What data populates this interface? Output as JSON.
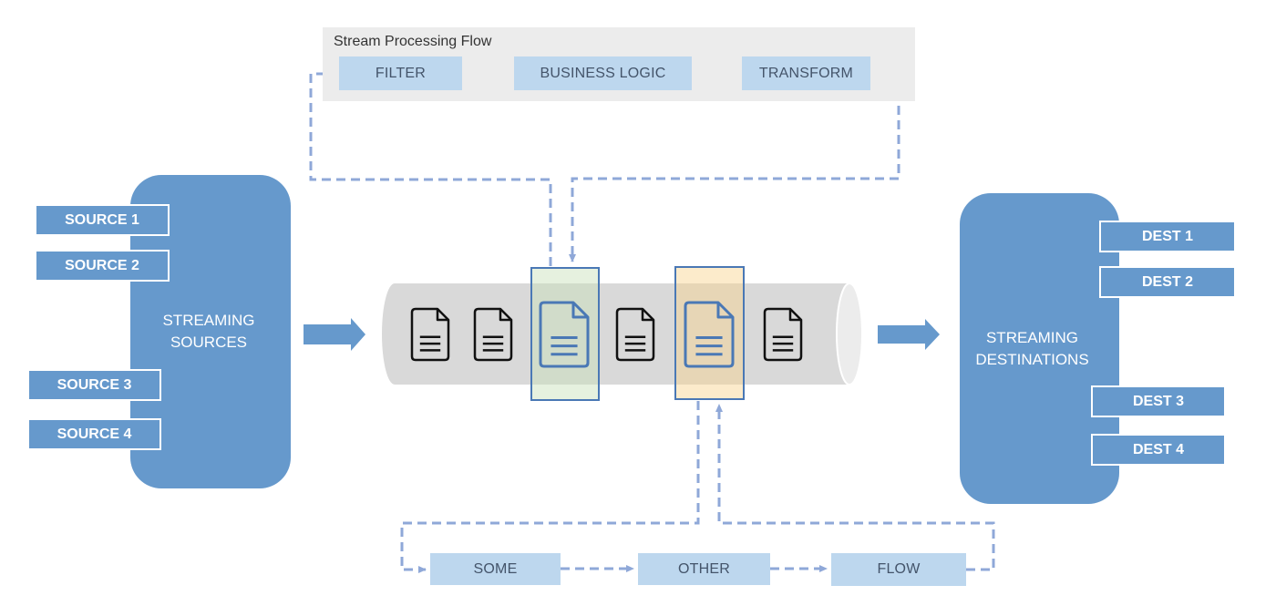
{
  "processing_flow": {
    "title": "Stream Processing Flow",
    "steps": [
      "FILTER",
      "BUSINESS LOGIC",
      "TRANSFORM"
    ]
  },
  "sources": {
    "hub_label_line1": "STREAMING",
    "hub_label_line2": "SOURCES",
    "items": [
      "SOURCE 1",
      "SOURCE 2",
      "SOURCE 3",
      "SOURCE 4"
    ]
  },
  "destinations": {
    "hub_label_line1": "STREAMING",
    "hub_label_line2": "DESTINATIONS",
    "items": [
      "DEST 1",
      "DEST 2",
      "DEST 3",
      "DEST 4"
    ]
  },
  "pipe": {
    "documents": [
      {
        "highlight": "none"
      },
      {
        "highlight": "none"
      },
      {
        "highlight": "green"
      },
      {
        "highlight": "none"
      },
      {
        "highlight": "orange"
      },
      {
        "highlight": "none"
      }
    ]
  },
  "other_flow": {
    "steps": [
      "SOME",
      "OTHER",
      "FLOW"
    ]
  },
  "colors": {
    "hub_blue": "#6699cc",
    "step_blue": "#bdd7ee",
    "connector": "#8fa8d8",
    "pipe_gray": "#d9d9d9",
    "highlight_border": "#4a78b5"
  }
}
